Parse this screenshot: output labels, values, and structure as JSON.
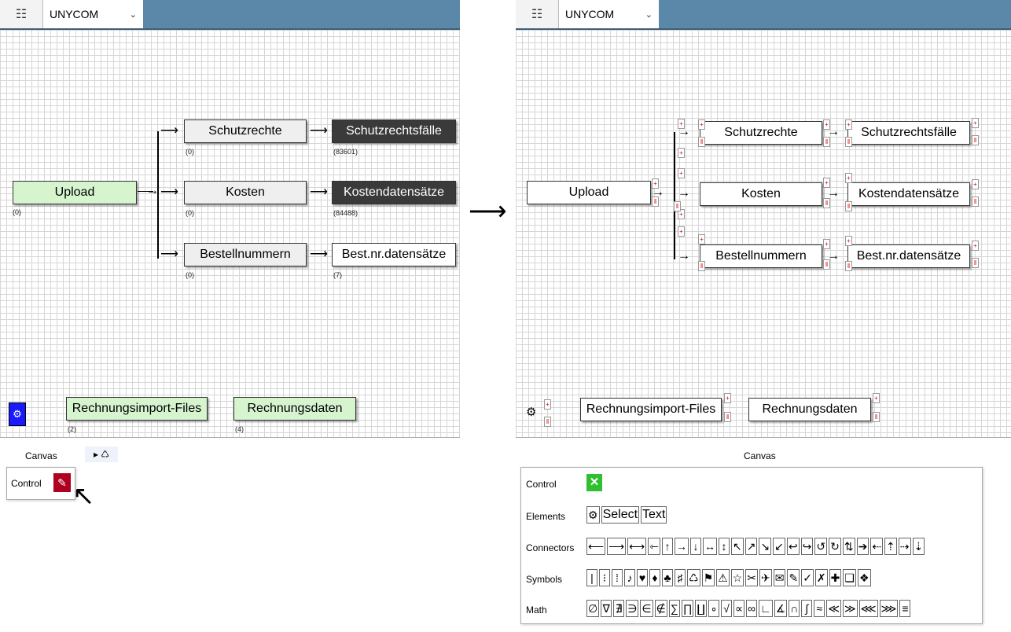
{
  "left": {
    "topbar": {
      "menu_icon": "☷",
      "select_value": "UNYCOM"
    },
    "nodes": {
      "upload": "Upload",
      "upload_count": "(0)",
      "schutzrechte": "Schutzrechte",
      "schutzrechte_count": "(0)",
      "kosten": "Kosten",
      "kosten_count": "(0)",
      "bestellnummern": "Bestellnummern",
      "bestellnummern_count": "(0)",
      "schutzrechtsfaelle": "Schutzrechtsfälle",
      "schutzrechtsfaelle_count": "(83601)",
      "kostendatensaetze": "Kostendatensätze",
      "kostendatensaetze_count": "(84488)",
      "bestnr": "Best.nr.datensätze",
      "bestnr_count": "(7)",
      "rechnungsimport": "Rechnungsimport-Files",
      "rechnungsimport_count": "(2)",
      "rechnungsdaten": "Rechnungsdaten",
      "rechnungsdaten_count": "(4)"
    },
    "canvas_label": "Canvas",
    "canvas_toggle": "▸ ♺",
    "control_label": "Control"
  },
  "transition_arrow": "⟶",
  "right": {
    "topbar": {
      "menu_icon": "☷",
      "select_value": "UNYCOM"
    },
    "nodes": {
      "upload": "Upload",
      "schutzrechte": "Schutzrechte",
      "kosten": "Kosten",
      "bestellnummern": "Bestellnummern",
      "schutzrechtsfaelle": "Schutzrechtsfälle",
      "kostendatensaetze": "Kostendatensätze",
      "bestnr": "Best.nr.datensätze",
      "rechnungsimport": "Rechnungsimport-Files",
      "rechnungsdaten": "Rechnungsdaten"
    },
    "canvas_title": "Canvas",
    "palette": {
      "control_label": "Control",
      "elements_label": "Elements",
      "elements": [
        "⚙",
        "Select",
        "Text"
      ],
      "connectors_label": "Connectors",
      "connectors": [
        "⟵",
        "⟶",
        "⟷",
        "⇽",
        "↑",
        "→",
        "↓",
        "↔",
        "↕",
        "↖",
        "↗",
        "↘",
        "↙",
        "↩",
        "↪",
        "↺",
        "↻",
        "⇅",
        "➔",
        "⇠",
        "⇡",
        "⇢",
        "⇣"
      ],
      "symbols_label": "Symbols",
      "symbols": [
        "|",
        "⁝",
        "⁞",
        "♪",
        "♥",
        "♦",
        "♣",
        "♯",
        "♺",
        "⚑",
        "⚠",
        "☆",
        "✂",
        "✈",
        "✉",
        "✎",
        "✓",
        "✗",
        "✚",
        "❑",
        "❖"
      ],
      "math_label": "Math",
      "math": [
        "∅",
        "∇",
        "∄",
        "∋",
        "∈",
        "∉",
        "∑",
        "∏",
        "∐",
        "∘",
        "√",
        "∝",
        "∞",
        "∟",
        "∡",
        "∩",
        "∫",
        "≈",
        "≪",
        "≫",
        "⋘",
        "⋙",
        "≡"
      ]
    }
  },
  "colors": {
    "topbar": "#5b87a8",
    "green_node": "#d6f5cf",
    "dark_node": "#3a3a3a",
    "gear_button": "#1a1aff",
    "control_red": "#b00020",
    "control_green": "#2fc02f"
  }
}
